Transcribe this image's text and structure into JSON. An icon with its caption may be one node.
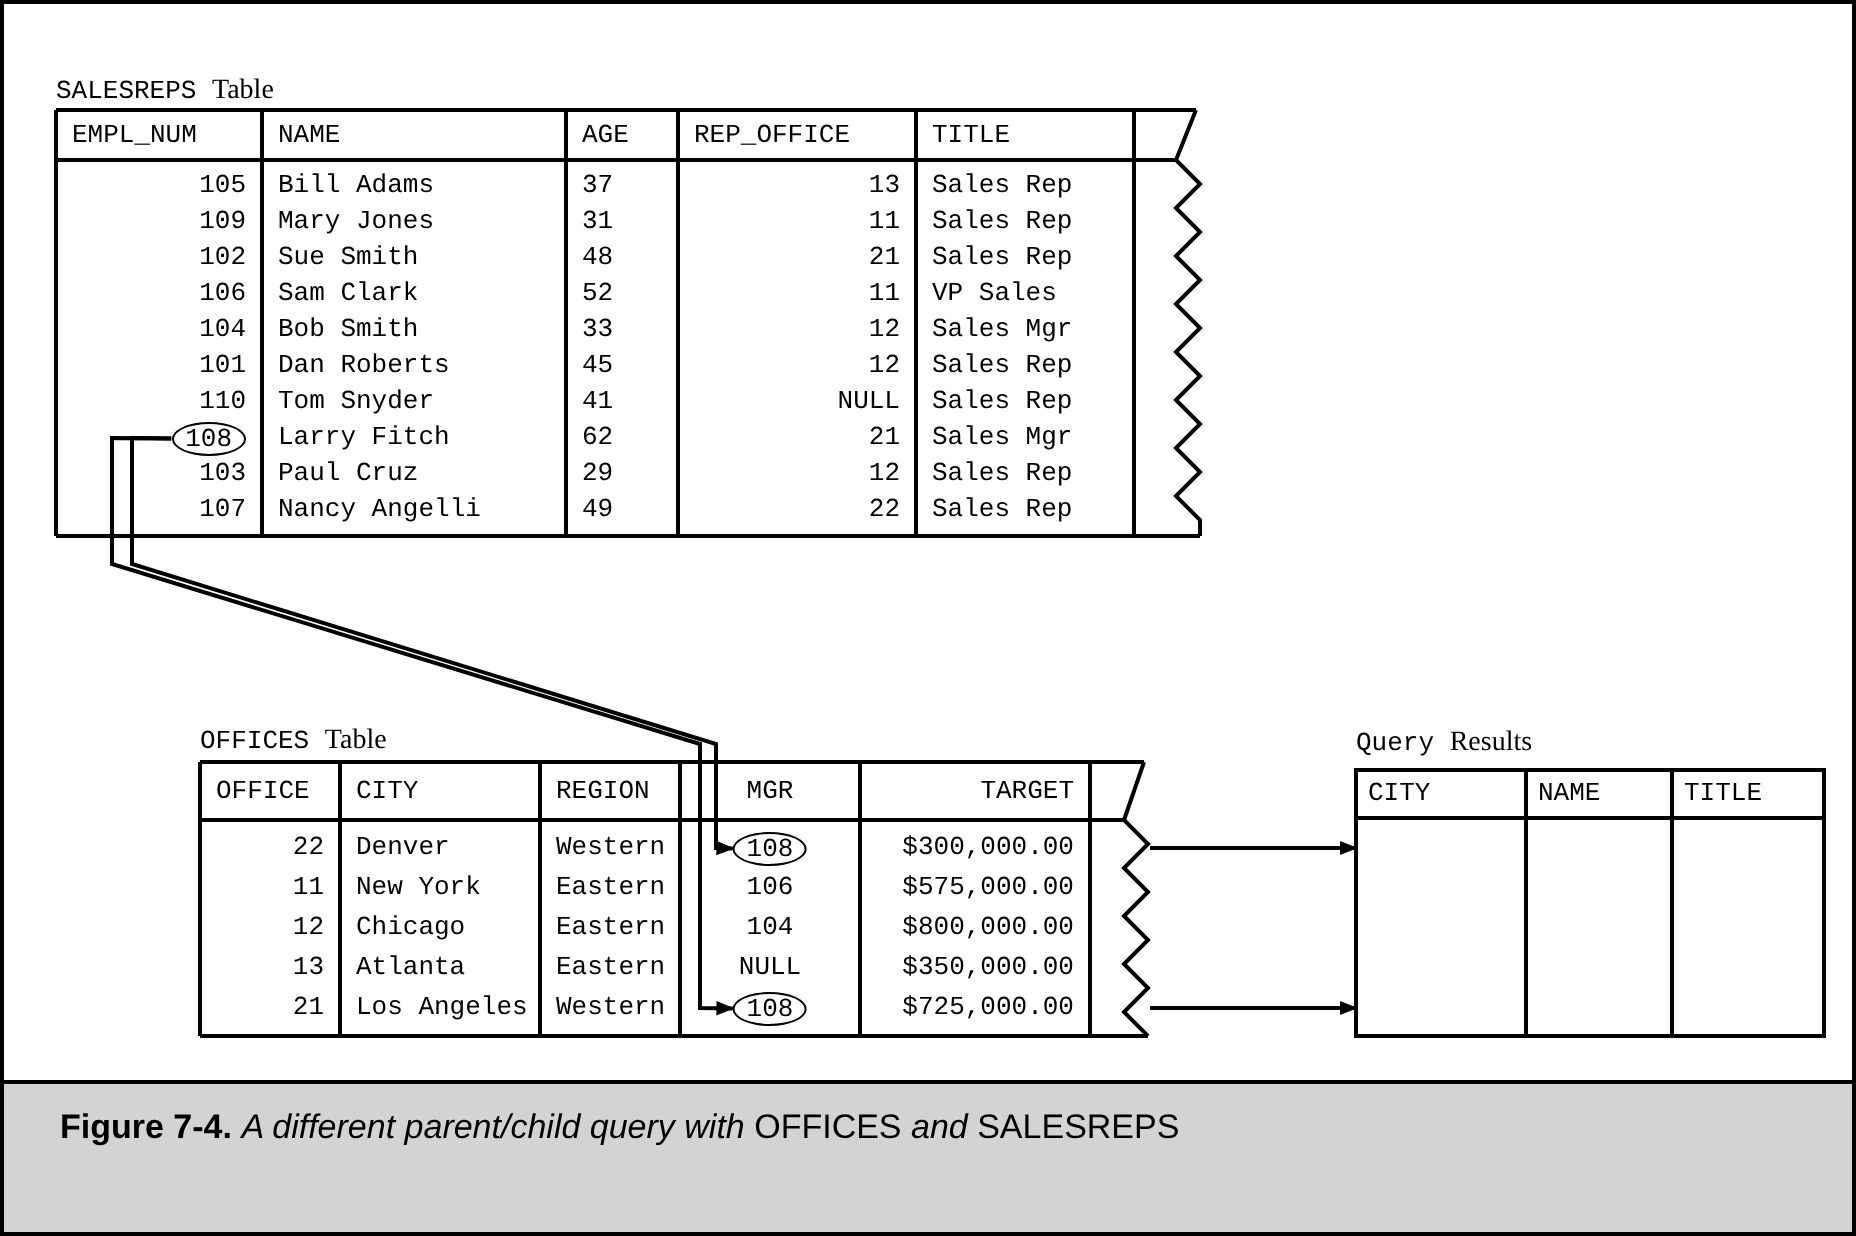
{
  "diagram": {
    "caption": "**Figure 7-4.** *A different parent/child query with* OFFICES *and* SALESREPS",
    "nodes": [
      {
        "text": [
          "108"
        ]
      },
      {
        "text": [
          "108"
        ]
      },
      {
        "text": [
          "108"
        ]
      },
      {
        "text": [
          "Query Results",
          "CITY",
          "NAME",
          "TITLE"
        ]
      }
    ],
    "edges": [
      {
        "from": 0,
        "to": 1,
        "arrow": "to"
      },
      {
        "from": 0,
        "to": 2,
        "arrow": "to"
      },
      {
        "from": null,
        "to": 3,
        "arrow": "to"
      },
      {
        "from": null,
        "to": 3,
        "arrow": "to"
      }
    ],
    "labels": [
      "SALESREPS Table",
      "EMPL_NUM",
      "NAME",
      "AGE",
      "REP_OFFICE",
      "TITLE",
      "105",
      "Bill Adams",
      "37",
      "13",
      "Sales Rep",
      "109",
      "Mary Jones",
      "31",
      "11",
      "Sales Rep",
      "102",
      "Sue Smith",
      "48",
      "21",
      "Sales Rep",
      "106",
      "Sam Clark",
      "52",
      "11",
      "VP Sales",
      "104",
      "Bob Smith",
      "33",
      "12",
      "Sales Mgr",
      "101",
      "Dan Roberts",
      "45",
      "12",
      "Sales Rep",
      "110",
      "Tom Snyder",
      "41",
      "NULL",
      "Sales Rep",
      "Larry Fitch",
      "62",
      "21",
      "Sales Mgr",
      "103",
      "Paul Cruz",
      "29",
      "12",
      "Sales Rep",
      "107",
      "Nancy Angelli",
      "49",
      "22",
      "Sales Rep",
      "OFFICES Table",
      "OFFICE",
      "CITY",
      "REGION",
      "MGR",
      "TARGET",
      "22",
      "Denver",
      "Western",
      "$300,000.00",
      "11",
      "New York",
      "Eastern",
      "106",
      "$575,000.00",
      "12",
      "Chicago",
      "Eastern",
      "104",
      "$800,000.00",
      "13",
      "Atlanta",
      "Eastern",
      "NULL",
      "$350,000.00",
      "21",
      "Los Angeles",
      "Western",
      "$725,000.00"
    ]
  }
}
